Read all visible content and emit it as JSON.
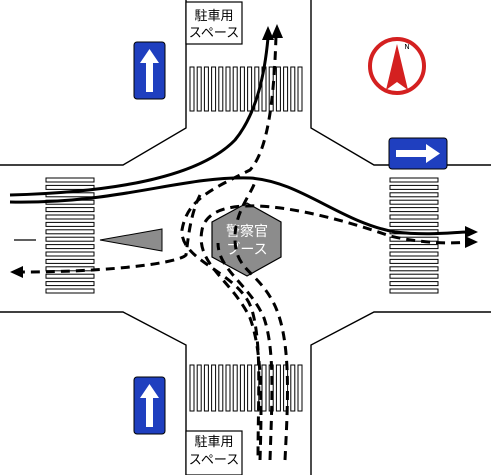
{
  "map": {
    "parking_top_label_line1": "駐車用",
    "parking_top_label_line2": "スペース",
    "parking_bottom_label_line1": "駐車用",
    "parking_bottom_label_line2": "スペース",
    "booth_label_line1": "警察官",
    "booth_label_line2": "ブース",
    "north_letter": "N"
  },
  "signs": {
    "one_way_color": "#1f3fbf",
    "booth_color": "#8c8c8c",
    "compass_color": "#d42020"
  },
  "icons": [
    "one-way-up-sign-icon",
    "one-way-right-sign-icon",
    "north-arrow-icon"
  ]
}
